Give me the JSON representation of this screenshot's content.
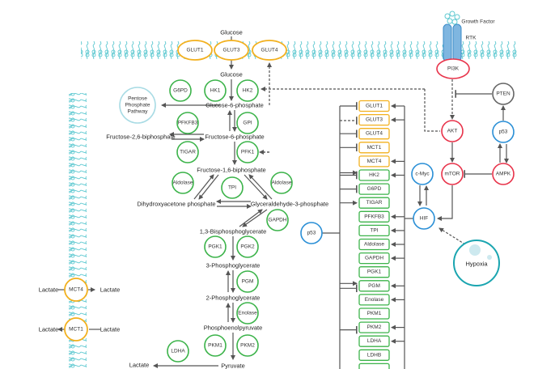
{
  "colors": {
    "enzyme": "#3cb34a",
    "transporter": "#f2b01e",
    "kinase": "#e8334a",
    "factor": "#2a8fd6",
    "membrane": "#5cc8d0",
    "hypoxia": "#1aa5b0",
    "pten": "#666666",
    "ppp": "#a8dbe4"
  },
  "membrane_proteins": [
    {
      "label": "GLUT1"
    },
    {
      "label": "GLUT3"
    },
    {
      "label": "GLUT4"
    }
  ],
  "metabolites": {
    "glucose_out": "Glucose",
    "glucose_in": "Glucose",
    "g6p": "Glucose-6-phosphate",
    "f6p": "Fructose-6-phosphate",
    "f26bp": "Fructose-2,6-biphosphate",
    "f16bp": "Fructose-1,6-biphosphate",
    "dhap": "Dihydroxyacetone phosphate",
    "g3p": "Glyceraldehyde-3-phosphate",
    "bpg13": "1,3-Bisphosphoglycerate",
    "pg3": "3-Phosphoglycerate",
    "pg2": "2-Phosphoglycerate",
    "pep": "Phosphoenolpyruvate",
    "pyruvate": "Pyruvate",
    "lactate": "Lactate"
  },
  "ppp": [
    "Pentose",
    "Phosphate",
    "Pathway"
  ],
  "enzymes": [
    {
      "label": "G6PD"
    },
    {
      "label": "HK1"
    },
    {
      "label": "HK2"
    },
    {
      "label": "PFKFB3"
    },
    {
      "label": "GPI"
    },
    {
      "label": "TIGAR"
    },
    {
      "label": "PFK1"
    },
    {
      "label": "Aldolase"
    },
    {
      "label": "TPI"
    },
    {
      "label": "Aldolase"
    },
    {
      "label": "GAPDH"
    },
    {
      "label": "PGK1"
    },
    {
      "label": "PGK2"
    },
    {
      "label": "PGM"
    },
    {
      "label": "Enolase"
    },
    {
      "label": "PKM1"
    },
    {
      "label": "PKM2"
    },
    {
      "label": "LDHA"
    }
  ],
  "mct": [
    {
      "label": "MCT4",
      "left": "Lactate",
      "right": "Lactate"
    },
    {
      "label": "MCT1",
      "left": "Lactate",
      "right": "Lactate"
    }
  ],
  "signaling": {
    "growth_factor": "Growth Factor",
    "rtk": "RTK",
    "pi3k": "PI3K",
    "pten": "PTEN",
    "akt": "AKT",
    "p53_right": "p53",
    "cmyc": "c-Myc",
    "mtor": "mTOR",
    "ampk": "AMPK",
    "hif": "HIF",
    "hypoxia": "Hypoxia",
    "p53_left": "p53"
  },
  "target_genes": [
    {
      "label": "GLUT1",
      "type": "transporter"
    },
    {
      "label": "GLUT3",
      "type": "transporter"
    },
    {
      "label": "GLUT4",
      "type": "transporter"
    },
    {
      "label": "MCT1",
      "type": "transporter"
    },
    {
      "label": "MCT4",
      "type": "transporter"
    },
    {
      "label": "HK2",
      "type": "enzyme"
    },
    {
      "label": "G6PD",
      "type": "enzyme"
    },
    {
      "label": "TIGAR",
      "type": "enzyme"
    },
    {
      "label": "PFKFB3",
      "type": "enzyme"
    },
    {
      "label": "TPI",
      "type": "enzyme"
    },
    {
      "label": "Aldolase",
      "type": "enzyme"
    },
    {
      "label": "GAPDH",
      "type": "enzyme"
    },
    {
      "label": "PGK1",
      "type": "enzyme"
    },
    {
      "label": "PGM",
      "type": "enzyme"
    },
    {
      "label": "Enolase",
      "type": "enzyme"
    },
    {
      "label": "PKM1",
      "type": "enzyme"
    },
    {
      "label": "PKM2",
      "type": "enzyme"
    },
    {
      "label": "LDHA",
      "type": "enzyme"
    },
    {
      "label": "LDHB",
      "type": "enzyme"
    },
    {
      "label": "",
      "type": "enzyme"
    }
  ]
}
